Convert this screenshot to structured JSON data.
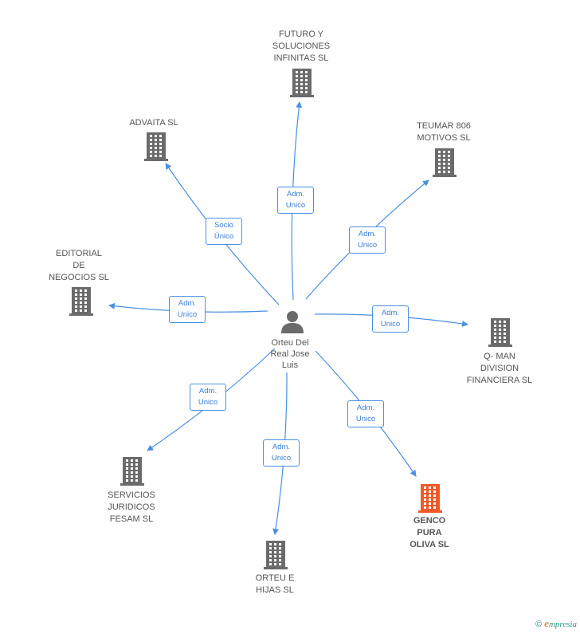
{
  "center": {
    "name": "Orteu Del\nReal Jose\nLuis",
    "icon": "person-icon"
  },
  "nodes": [
    {
      "id": "futuro",
      "name": "FUTURO Y\nSOLUCIONES\nINFINITAS  SL",
      "relation": "Adm.\nUnico",
      "icon": "building-icon",
      "highlight": false
    },
    {
      "id": "advaita",
      "name": "ADVAITA SL",
      "relation": "Socio\nÚnico",
      "icon": "building-icon",
      "highlight": false
    },
    {
      "id": "teumar",
      "name": "TEUMAR 806\nMOTIVOS SL",
      "relation": "Adm.\nUnico",
      "icon": "building-icon",
      "highlight": false
    },
    {
      "id": "editorial",
      "name": "EDITORIAL\nDE\nNEGOCIOS SL",
      "relation": "Adm.\nUnico",
      "icon": "building-icon",
      "highlight": false
    },
    {
      "id": "qman",
      "name": "Q- MAN\nDIVISION\nFINANCIERA SL",
      "relation": "Adm.\nUnico",
      "icon": "building-icon",
      "highlight": false
    },
    {
      "id": "servicios",
      "name": "SERVICIOS\nJURIDICOS\nFESAM  SL",
      "relation": "Adm.\nUnico",
      "icon": "building-icon",
      "highlight": false
    },
    {
      "id": "genco",
      "name": "GENCO\nPURA\nOLIVA SL",
      "relation": "Adm.\nUnico",
      "icon": "building-icon",
      "highlight": true
    },
    {
      "id": "orteu",
      "name": "ORTEU E\nHIJAS  SL",
      "relation": "Adm.\nUnico",
      "icon": "building-icon",
      "highlight": false
    }
  ],
  "colors": {
    "edge": "#4a90e2",
    "building": "#6b6b6b",
    "building_highlight": "#f05a28",
    "person": "#6b6b6b"
  },
  "footer": {
    "copyright": "©",
    "brand_initial": "e",
    "brand_rest": "mpresia"
  }
}
